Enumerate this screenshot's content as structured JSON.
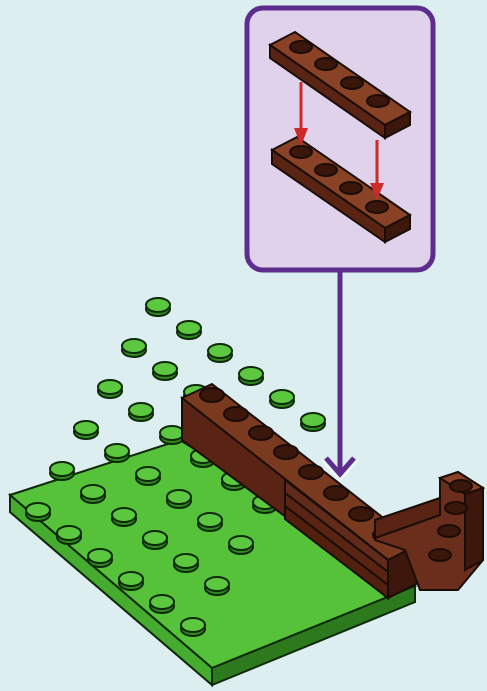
{
  "page": {
    "background": "#ddeef0"
  },
  "instruction": {
    "step_type": "lego-build-step",
    "callout": {
      "panel_color": "#e0d2ea",
      "border_color": "#5c2d8c",
      "parts": [
        {
          "name": "brown-plate-1x4",
          "count": 2,
          "color": "#6b2e1c"
        }
      ],
      "action_arrows_color": "#cc2b2b",
      "pointer_icon": "down-arrow-icon"
    },
    "build": {
      "baseplate": {
        "name": "green-plate",
        "color": "#55c23a",
        "stud_rows": 6,
        "stud_cols": 6
      },
      "wall": {
        "name": "brown-brick-stack",
        "color": "#6b2e1c"
      },
      "side_piece": {
        "name": "brown-angled-plate",
        "color": "#6b2e1c"
      }
    }
  }
}
